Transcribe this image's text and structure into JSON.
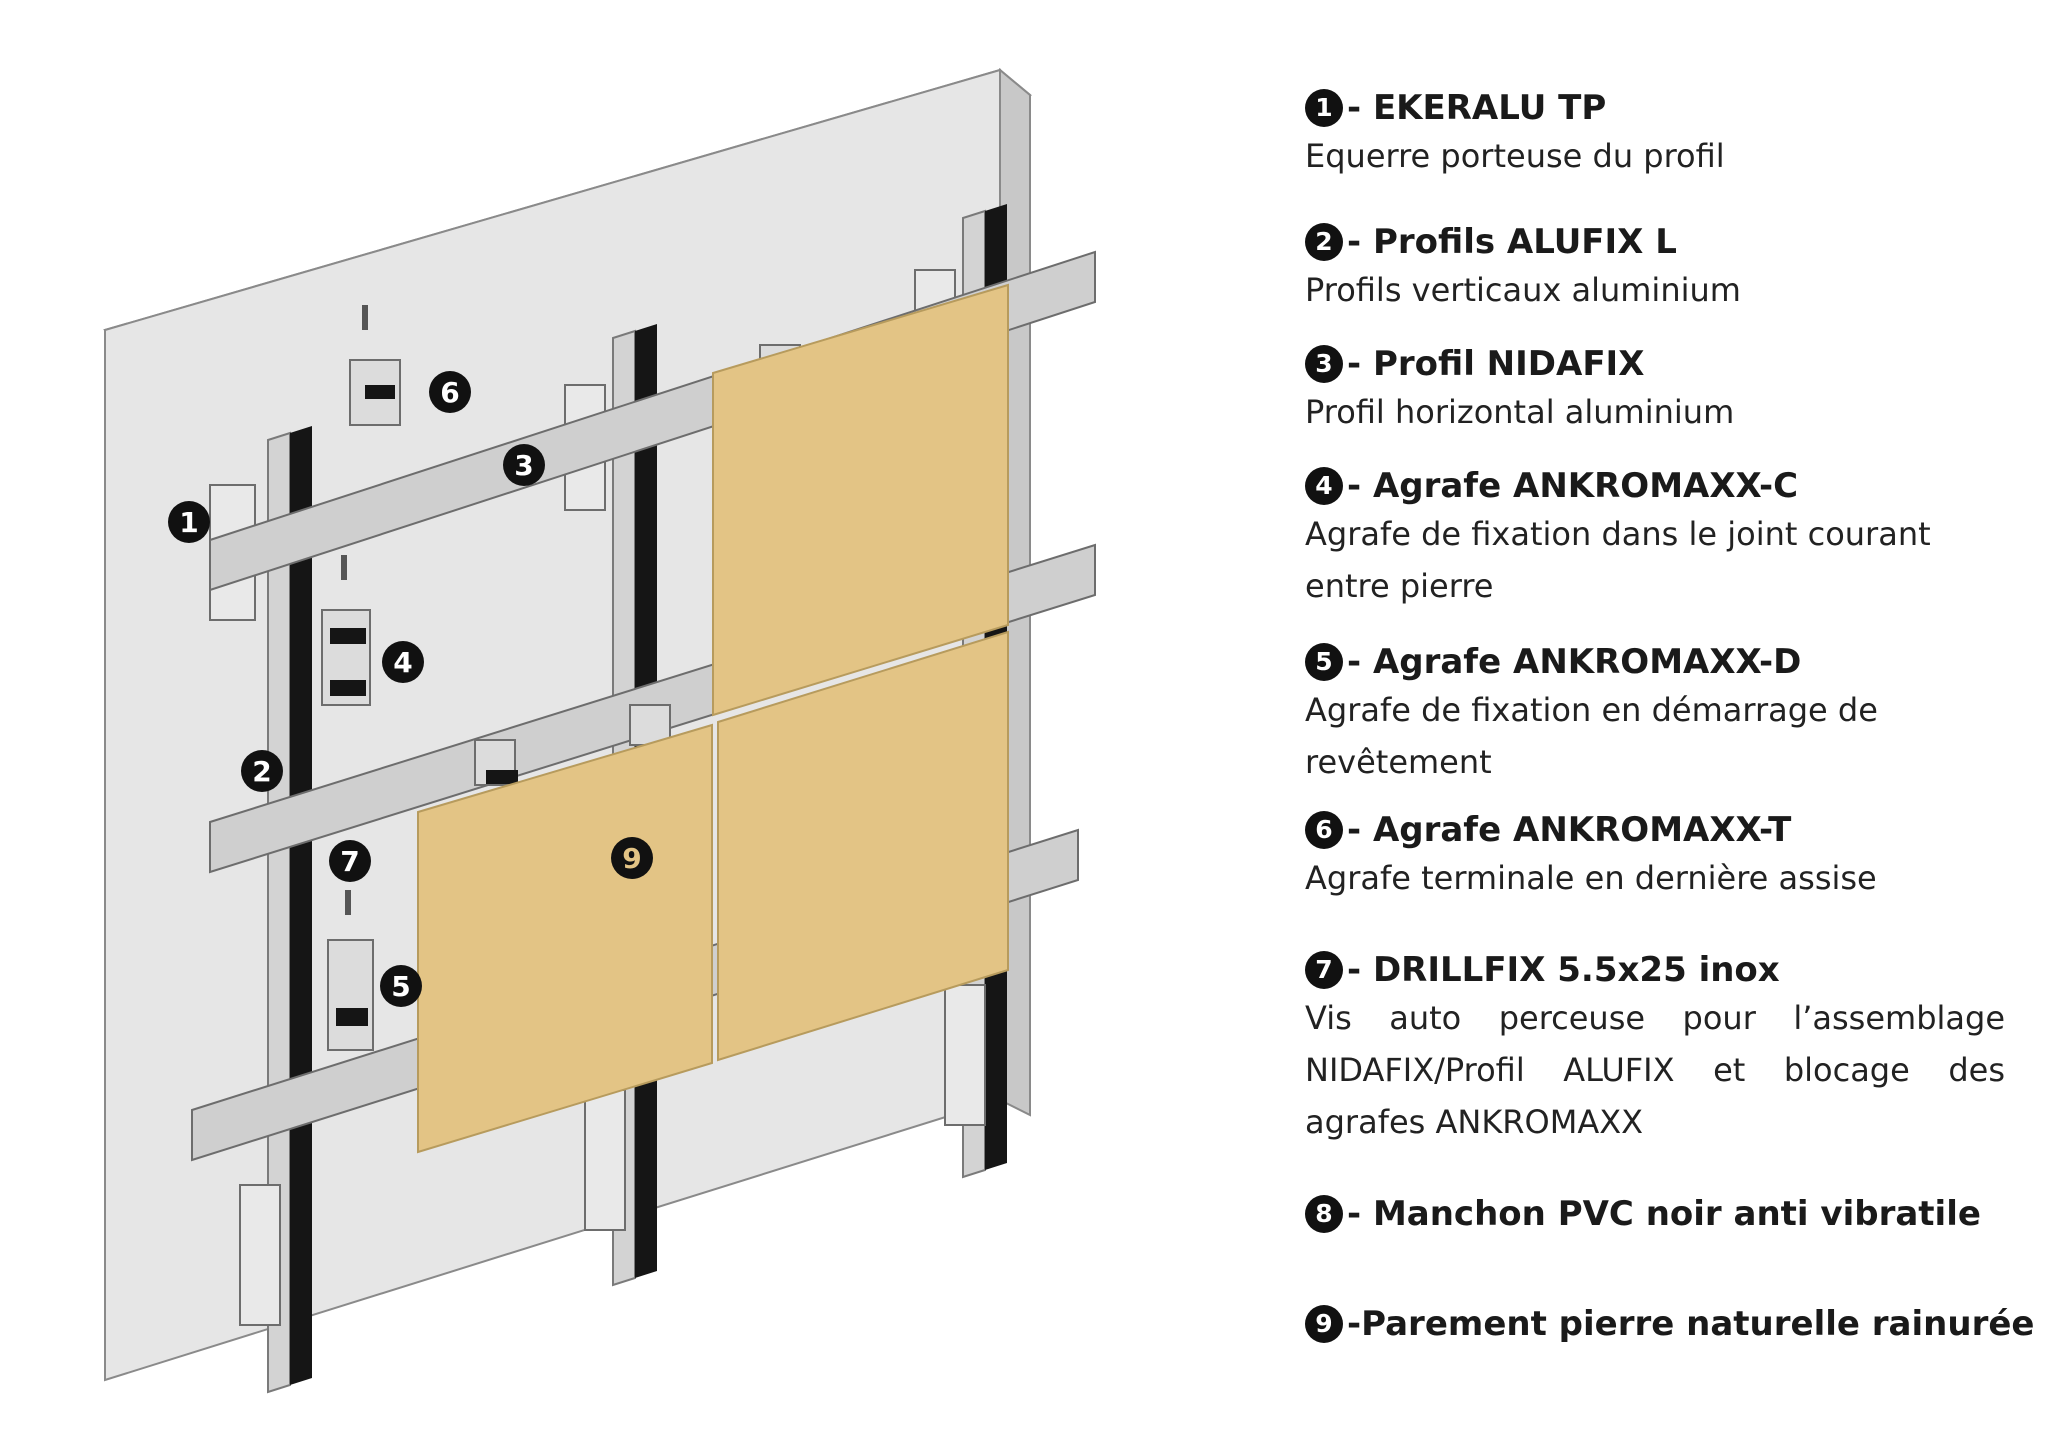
{
  "legend": [
    {
      "num": "1",
      "title": "- EKERALU TP",
      "desc": "Equerre porteuse du profil"
    },
    {
      "num": "2",
      "title": "- Profils ALUFIX L",
      "desc": "Profils verticaux aluminium"
    },
    {
      "num": "3",
      "title": " - Profil NIDAFIX",
      "desc": "Profil horizontal aluminium"
    },
    {
      "num": "4",
      "title": "- Agrafe ANKROMAXX-C",
      "desc": "Agrafe de fixation dans le joint courant entre pierre"
    },
    {
      "num": "5",
      "title": "- Agrafe ANKROMAXX-D",
      "desc": "Agrafe de fixation en démarrage de revêtement"
    },
    {
      "num": "6",
      "title": "- Agrafe ANKROMAXX-T",
      "desc": "Agrafe terminale en dernière assise"
    },
    {
      "num": "7",
      "title": " - DRILLFIX 5.5x25 inox",
      "desc": "Vis auto perceuse pour l’assemblage NIDAFIX/Profil ALUFIX et blocage des agrafes ANKROMAXX"
    },
    {
      "num": "8",
      "title": " - Manchon PVC noir anti vibratile",
      "desc": ""
    },
    {
      "num": "9",
      "title": "-Parement pierre naturelle rainurée",
      "desc": ""
    }
  ],
  "callouts": [
    "1",
    "2",
    "3",
    "4",
    "5",
    "6",
    "7",
    "9"
  ],
  "colors": {
    "wall": "#e6e6e6",
    "wall_edge": "#b8b8b8",
    "profile": "#cfcfcf",
    "rubber": "#151515",
    "stone": "#e3c485",
    "stone_edge": "#b79b5d",
    "callout_bg": "#111111",
    "callout_text": "#ffffff",
    "callout9_text": "#e3c485"
  }
}
